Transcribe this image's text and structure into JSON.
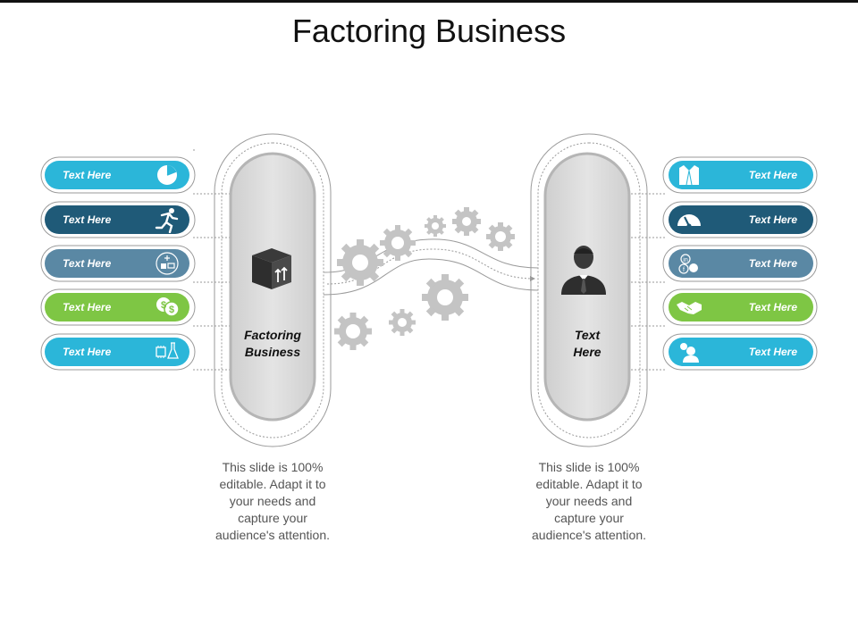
{
  "title": "Factoring Business",
  "colors": {
    "cyan": "#2bb6d9",
    "navy": "#1f5a78",
    "slate": "#5a88a4",
    "green": "#7ec644",
    "gear": "#c4c4c4",
    "capsule": "#d9d9d9"
  },
  "left_items": [
    {
      "label": "Text Here",
      "icon": "pie-chart-icon",
      "color": "cyan"
    },
    {
      "label": "Text Here",
      "icon": "running-man-icon",
      "color": "navy"
    },
    {
      "label": "Text Here",
      "icon": "data-devices-icon",
      "color": "slate"
    },
    {
      "label": "Text Here",
      "icon": "dollar-coins-icon",
      "color": "green"
    },
    {
      "label": "Text Here",
      "icon": "chip-flask-icon",
      "color": "cyan"
    }
  ],
  "right_items": [
    {
      "label": "Text Here",
      "icon": "suit-jacket-icon",
      "color": "cyan"
    },
    {
      "label": "Text Here",
      "icon": "speedometer-icon",
      "color": "navy"
    },
    {
      "label": "Text Here",
      "icon": "social-media-icon",
      "color": "slate"
    },
    {
      "label": "Text Here",
      "icon": "handshake-icon",
      "color": "green"
    },
    {
      "label": "Text Here",
      "icon": "chat-person-icon",
      "color": "cyan"
    }
  ],
  "left_capsule": {
    "line1": "Factoring",
    "line2": "Business",
    "icon": "package-box-icon"
  },
  "right_capsule": {
    "line1": "Text",
    "line2": "Here",
    "icon": "businessman-icon"
  },
  "descriptions": {
    "left": [
      "This slide is 100%",
      "editable. Adapt it to",
      "your needs and",
      "capture your",
      "audience's attention."
    ],
    "right": [
      "This slide is 100%",
      "editable. Adapt it to",
      "your needs and",
      "capture your",
      "audience's attention."
    ]
  }
}
